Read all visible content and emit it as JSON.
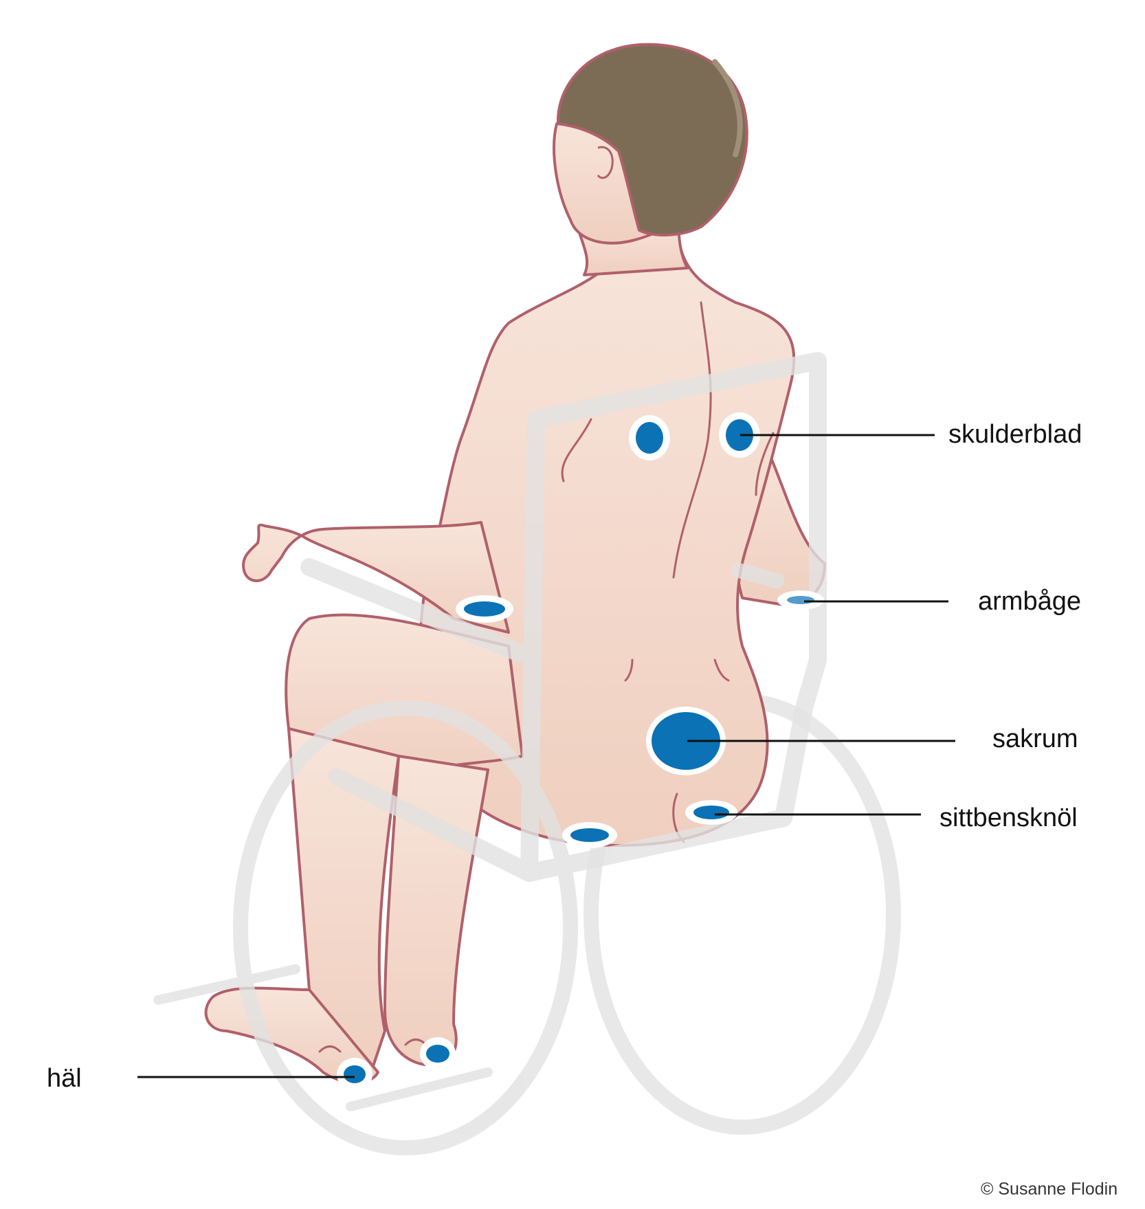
{
  "labels": {
    "shoulder_blade": "skulderblad",
    "elbow": "armbåge",
    "sacrum": "sakrum",
    "ischial_tuberosity": "sittbensknöl",
    "heel": "häl"
  },
  "credit": "© Susanne Flodin",
  "colors": {
    "skin": "#f3d6c8",
    "skin_outline": "#b0606a",
    "hair": "#7d6c55",
    "pressure_point": "#0a72b5",
    "wheelchair": "#e6e6e6",
    "leader_line": "#111111"
  }
}
